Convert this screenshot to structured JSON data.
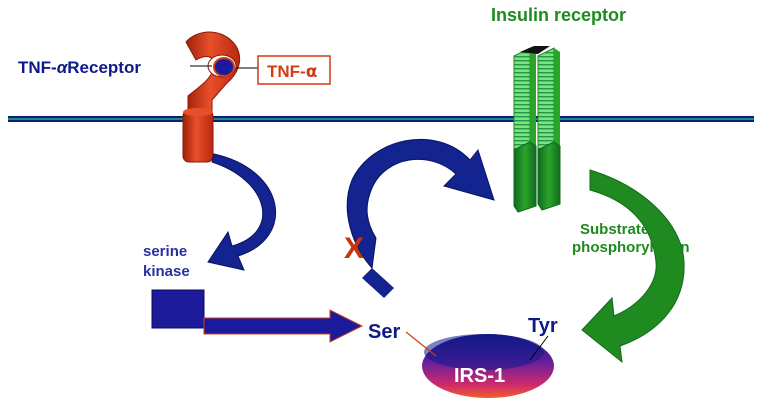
{
  "labels": {
    "tnf_receptor_prefix": "TNF-",
    "tnf_receptor_alpha": "α",
    "tnf_receptor_suffix": "Receptor",
    "tnf_alpha_prefix": "TNF-",
    "tnf_alpha_alpha": "α",
    "insulin_receptor": "Insulin receptor",
    "serine": "serine",
    "kinase": "kinase",
    "substrate": "Substrate",
    "phosphorylation": "phosphorylation",
    "ser": "Ser",
    "tyr": "Tyr",
    "irs1": "IRS-1",
    "inhibition_mark": "X"
  },
  "colors": {
    "navy": "#0d1a8a",
    "tnf_red": "#d23c14",
    "insulin_green": "#1f8a1f",
    "insulin_green_light": "#7fe07f",
    "membrane_teal": "#1a8a8a",
    "membrane_navy": "#101e70",
    "inhibition_red": "#c8330a"
  }
}
